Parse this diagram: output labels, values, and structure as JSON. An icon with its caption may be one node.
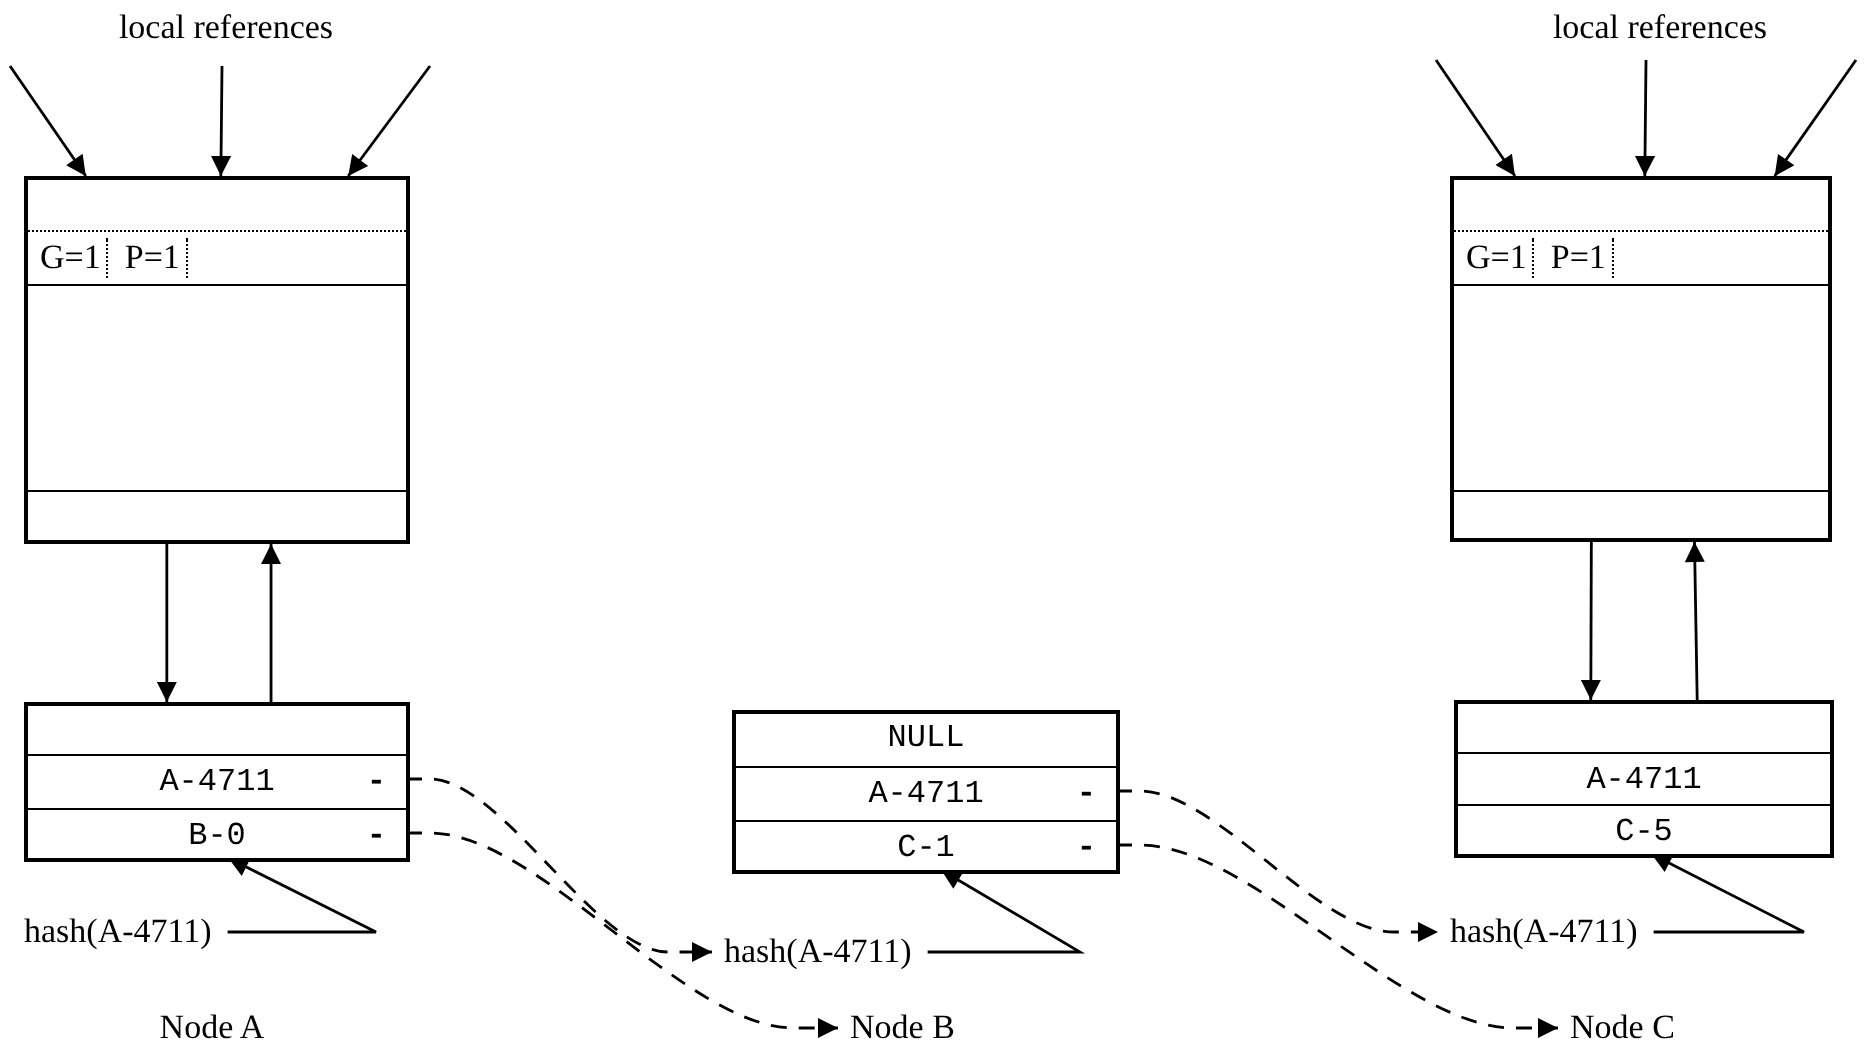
{
  "diagram": {
    "nodes": [
      {
        "text": [
          "G=1",
          "P=1"
        ]
      },
      {
        "text": [],
        "shape": "box"
      },
      {
        "text": [
          "A-4711",
          "-"
        ],
        "in": 1
      },
      {
        "text": [
          "B-0",
          "-"
        ],
        "in": 1
      },
      {
        "text": [
          "hash(A-4711)"
        ]
      },
      {
        "text": [
          "NULL"
        ]
      },
      {
        "text": [
          "A-4711",
          "-"
        ],
        "in": 5
      },
      {
        "text": [
          "C-1",
          "-"
        ],
        "in": 5
      },
      {
        "text": [
          "hash(A-4711)"
        ]
      },
      {
        "text": [
          "Node B"
        ]
      },
      {
        "text": [
          "G=1",
          "P=1"
        ]
      },
      {
        "text": [],
        "shape": "box"
      },
      {
        "text": [
          "A-4711"
        ],
        "in": 11
      },
      {
        "text": [
          "C-5"
        ],
        "in": 11
      },
      {
        "text": [
          "hash(A-4711)"
        ]
      },
      {
        "text": [
          "Node C"
        ]
      }
    ],
    "edges": [
      {
        "from": null,
        "to": 0,
        "arrow": "to"
      },
      {
        "from": null,
        "to": 0,
        "arrow": "to"
      },
      {
        "from": null,
        "to": 0,
        "arrow": "to"
      },
      {
        "from": 0,
        "to": 1,
        "arrow": "to"
      },
      {
        "from": 1,
        "to": 0,
        "arrow": "to"
      },
      {
        "from": 4,
        "to": 3,
        "arrow": "to"
      },
      {
        "from": 2,
        "to": 8,
        "arrow": "to",
        "style": "dashed"
      },
      {
        "from": 3,
        "to": 9,
        "arrow": "to",
        "style": "dashed"
      },
      {
        "from": 8,
        "to": 7,
        "arrow": "to"
      },
      {
        "from": 6,
        "to": 14,
        "arrow": "to",
        "style": "dashed"
      },
      {
        "from": 7,
        "to": 15,
        "arrow": "to",
        "style": "dashed"
      },
      {
        "from": 14,
        "to": 13,
        "arrow": "to"
      },
      {
        "from": null,
        "to": 10,
        "arrow": "to"
      },
      {
        "from": null,
        "to": 10,
        "arrow": "to"
      },
      {
        "from": null,
        "to": 10,
        "arrow": "to"
      },
      {
        "from": 10,
        "to": 11,
        "arrow": "to"
      },
      {
        "from": 11,
        "to": 10,
        "arrow": "to"
      }
    ],
    "labels": [
      "local references",
      "local references",
      "Node A"
    ]
  }
}
